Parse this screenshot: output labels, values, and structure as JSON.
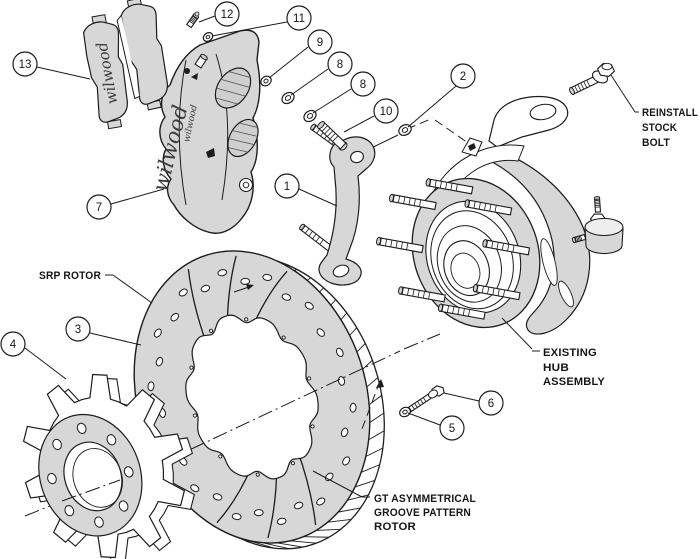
{
  "figure": {
    "background": "#ffffff",
    "line_color": "#1c1c1c",
    "shade_color": "#d7d7d7",
    "brand_script": "wilwood"
  },
  "callouts": {
    "c1": "1",
    "c2": "2",
    "c3": "3",
    "c4": "4",
    "c5": "5",
    "c6": "6",
    "c7": "7",
    "c8a": "8",
    "c8b": "8",
    "c9": "9",
    "c10": "10",
    "c11": "11",
    "c12": "12",
    "c13": "13"
  },
  "labels": {
    "srp_rotor": "SRP ROTOR",
    "reinstall_line1": "REINSTALL",
    "reinstall_line2": "STOCK",
    "reinstall_line3": "BOLT",
    "hub_line1": "EXISTING",
    "hub_line2": "HUB",
    "hub_line3": "ASSEMBLY",
    "gt_line1": "GT ASYMMETRICAL",
    "gt_line2": "GROOVE PATTERN",
    "gt_line3": "ROTOR"
  }
}
